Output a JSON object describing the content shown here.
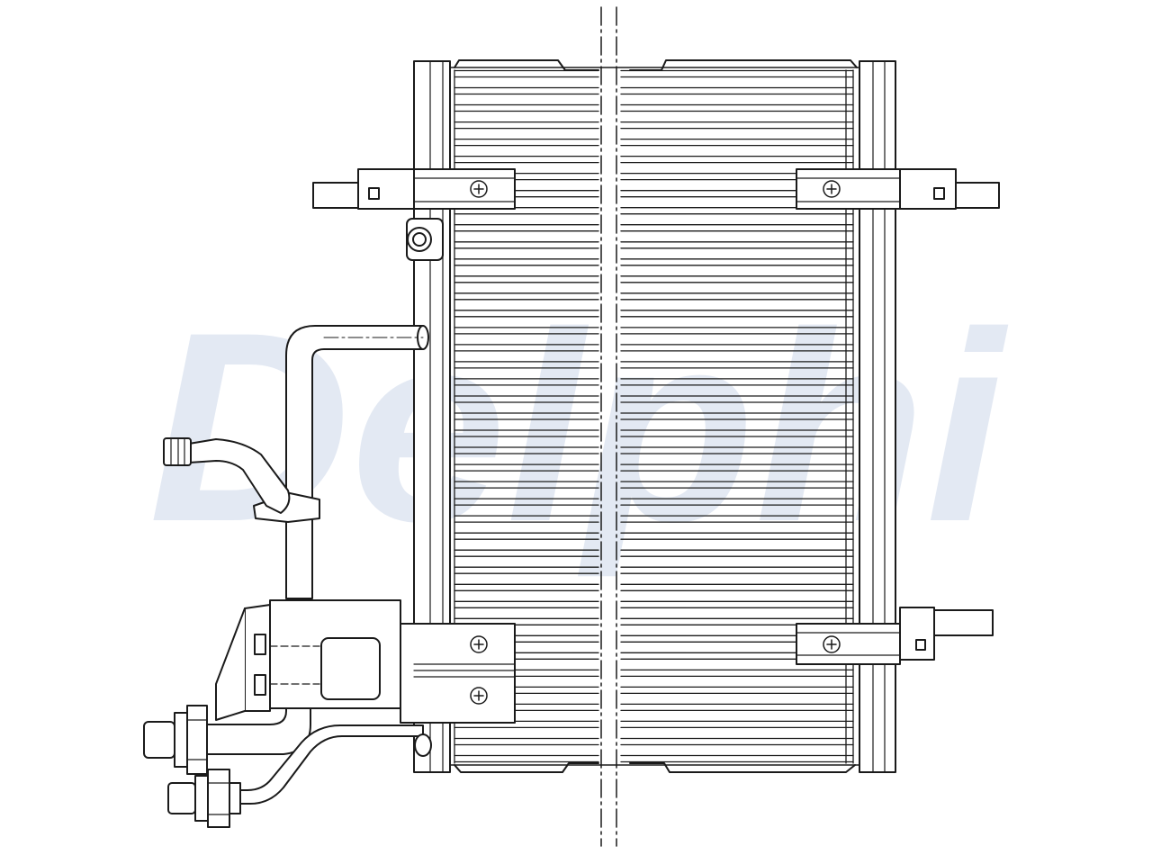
{
  "watermark": {
    "text": "Delphi",
    "color": "#e3e9f3"
  },
  "drawing": {
    "subject": "condenser-line-drawing",
    "stroke_color": "#1a1a1a",
    "background": "#ffffff",
    "tube_count": 41
  }
}
